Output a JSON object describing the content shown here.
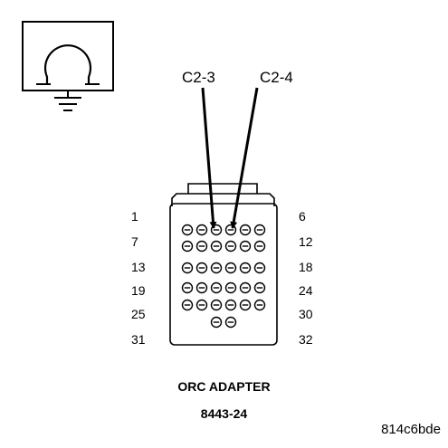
{
  "ohmmeter": {
    "symbol": "Ω"
  },
  "probes": {
    "left_label": "C2-3",
    "right_label": "C2-4"
  },
  "connector": {
    "rows": [
      {
        "left": "1",
        "right": "6",
        "pins": 6
      },
      {
        "left": "7",
        "right": "12",
        "pins": 6
      },
      {
        "left": "13",
        "right": "18",
        "pins": 6
      },
      {
        "left": "19",
        "right": "24",
        "pins": 6
      },
      {
        "left": "25",
        "right": "30",
        "pins": 6
      },
      {
        "left": "31",
        "right": "32",
        "pins": 2
      }
    ]
  },
  "caption": {
    "line1": "ORC ADAPTER",
    "line2": "8443-24"
  },
  "reference_code": "814c6bde"
}
